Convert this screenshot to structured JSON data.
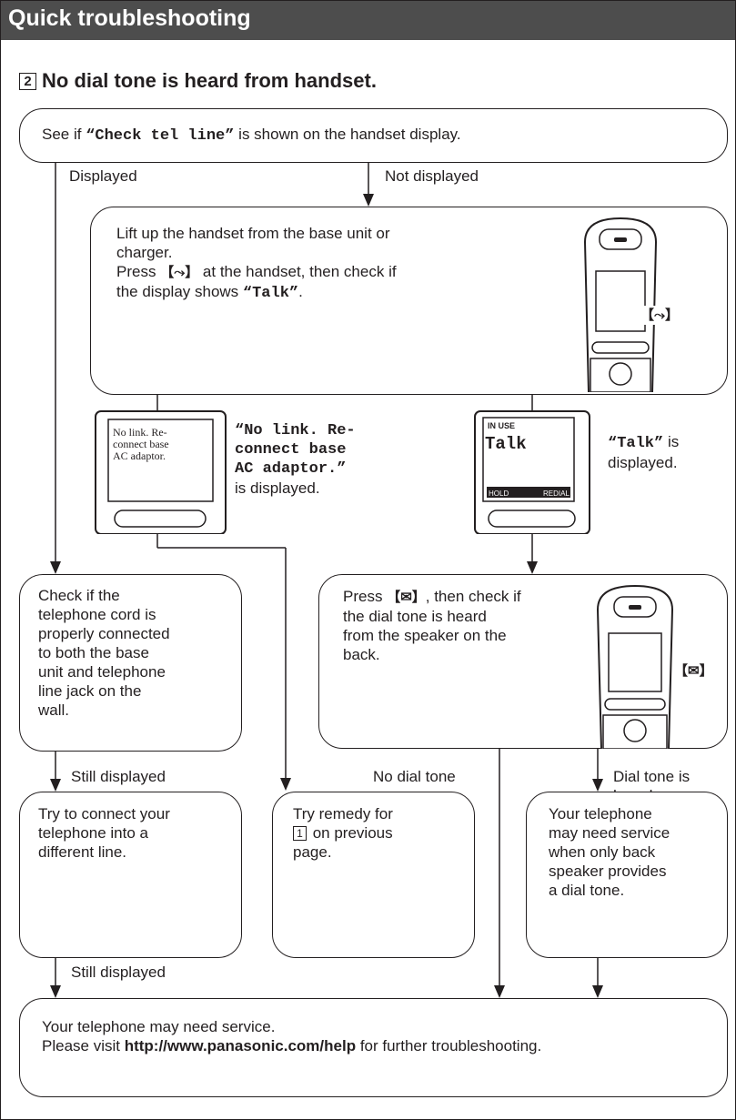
{
  "header": {
    "title": "Quick troubleshooting"
  },
  "section": {
    "number": "2",
    "title": "No dial tone is heard from handset."
  },
  "step1": {
    "pre": "See if ",
    "code": "“Check tel line”",
    "post": " is shown on the handset display."
  },
  "labels": {
    "displayed": "Displayed",
    "not_displayed": "Not displayed",
    "still_displayed_1": "Still displayed",
    "still_displayed_2": "Still displayed",
    "no_dial_tone": "No dial tone",
    "dial_tone_heard_1": "Dial tone is",
    "dial_tone_heard_2": "heard."
  },
  "step2": {
    "line1": "Lift up the handset from the base unit or",
    "line2": "charger.",
    "line3_pre": "Press ",
    "line3_key": "【⤳】",
    "line3_post": " at the handset, then check if",
    "line4_pre": "the display shows ",
    "line4_code": "“Talk”",
    "line4_post": ".",
    "handset_key": "【⤳】"
  },
  "nolink": {
    "screen_line1": "No link. Re-",
    "screen_line2": "connect base",
    "screen_line3": "AC adaptor.",
    "msg_line1": "“No link. Re-",
    "msg_line2": "connect base",
    "msg_line3": "AC adaptor.”",
    "msg_line4": "is displayed."
  },
  "talk": {
    "screen_status": "IN USE",
    "screen_text": "Talk",
    "soft_left": "HOLD",
    "soft_right": "REDIAL",
    "msg_code": "“Talk”",
    "msg_line1_post": " is",
    "msg_line2": "displayed."
  },
  "check_cord": {
    "lines": [
      "Check if the",
      "telephone cord is",
      "properly connected",
      "to both the base",
      "unit and telephone",
      "line jack on the",
      "wall."
    ]
  },
  "speaker": {
    "line1_pre": "Press ",
    "line1_key": "【✉】",
    "line1_post": ", then check if",
    "line2": "the dial tone is heard",
    "line3": "from the speaker on the",
    "line4": "back.",
    "handset_key": "【✉】"
  },
  "connect": {
    "lines": [
      "Try to connect your",
      "telephone into a",
      "different line."
    ]
  },
  "remedy": {
    "line1": "Try remedy for",
    "num": "1",
    "line2_post": " on previous",
    "line3": "page."
  },
  "service_small": {
    "lines": [
      "Your telephone",
      "may need service",
      "when only back",
      "speaker provides",
      "a dial tone."
    ]
  },
  "final": {
    "line1": "Your telephone may need service.",
    "line2_pre": "Please visit ",
    "line2_url": "http://www.panasonic.com/help",
    "line2_post": " for further troubleshooting."
  }
}
